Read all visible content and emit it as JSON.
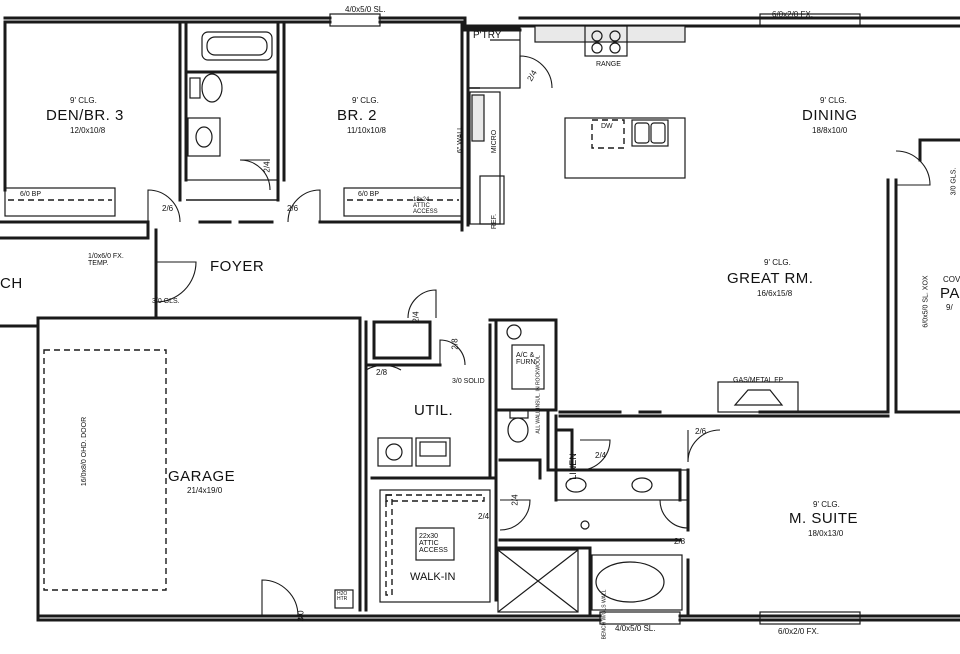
{
  "rooms": {
    "den": {
      "name": "DEN/BR. 3",
      "ceiling": "9' CLG.",
      "size": "12/0x10/8"
    },
    "br2": {
      "name": "BR. 2",
      "ceiling": "9' CLG.",
      "size": "11/10x10/8"
    },
    "dining": {
      "name": "DINING",
      "ceiling": "9' CLG.",
      "size": "18/8x10/0"
    },
    "great": {
      "name": "GREAT RM.",
      "ceiling": "9' CLG.",
      "size": "16/6x15/8"
    },
    "foyer": {
      "name": "FOYER"
    },
    "util": {
      "name": "UTIL."
    },
    "garage": {
      "name": "GARAGE",
      "size": "21/4x19/0"
    },
    "suite": {
      "name": "M. SUITE",
      "ceiling": "9' CLG.",
      "size": "18/0x13/0"
    },
    "walkin": {
      "name": "WALK-IN"
    },
    "pantry": {
      "name": "P'TRY"
    },
    "linen": {
      "name": "LINEN"
    },
    "porch": {
      "name": "CH"
    },
    "patio": {
      "name": "PA",
      "prefix": "COV",
      "size": "9/"
    }
  },
  "labels": {
    "window_top_mid": "4/0x5/0 SL.",
    "window_top_right": "6/0x2/0 FX.",
    "window_bottom_mid": "4/0x5/0 SL.",
    "window_bottom_right": "6/0x2/0 FX.",
    "bp_den": "6/0 BP",
    "bp_br2": "6/0 BP",
    "attic_small": "18x24 ATTIC ACCESS",
    "attic_large": "22x30 ATTIC ACCESS",
    "door_26_a": "2/6",
    "door_26_b": "2/6",
    "door_24_bath": "2/4",
    "door_24_foyer": "2/4",
    "door_28_util": "2/8",
    "door_28_hall": "2/8",
    "door_28_suite": "2/8",
    "door_24_linen": "2/4",
    "door_24_wc": "2/4",
    "door_24_walkin": "2/4",
    "door_26_suite": "2/6",
    "door_24_pantry": "2/4",
    "solid_door": "3/0 SOLID",
    "garage_door": "16/0x8/0 OHD. DOOR",
    "garage_exit": "3/0",
    "front_door": "3/0 GLS.",
    "sidelight": "1/0x6/0 FX. TEMP.",
    "patio_window": "3/0 GLS.",
    "patio_slider": "6/0x5/0 SL. XOX",
    "six_wall": "6\" WALL",
    "range": "RANGE",
    "micro": "MICRO",
    "ref": "REF.",
    "dw": "DW",
    "fireplace": "GAS/METAL FP",
    "furnace": "A/C & FURN.",
    "furnace_wall": "ALL WALL INSUL. IN ROCKWOOL",
    "bench": "BENCH W/GLS WALL",
    "water_heater": "H2O HTR"
  }
}
